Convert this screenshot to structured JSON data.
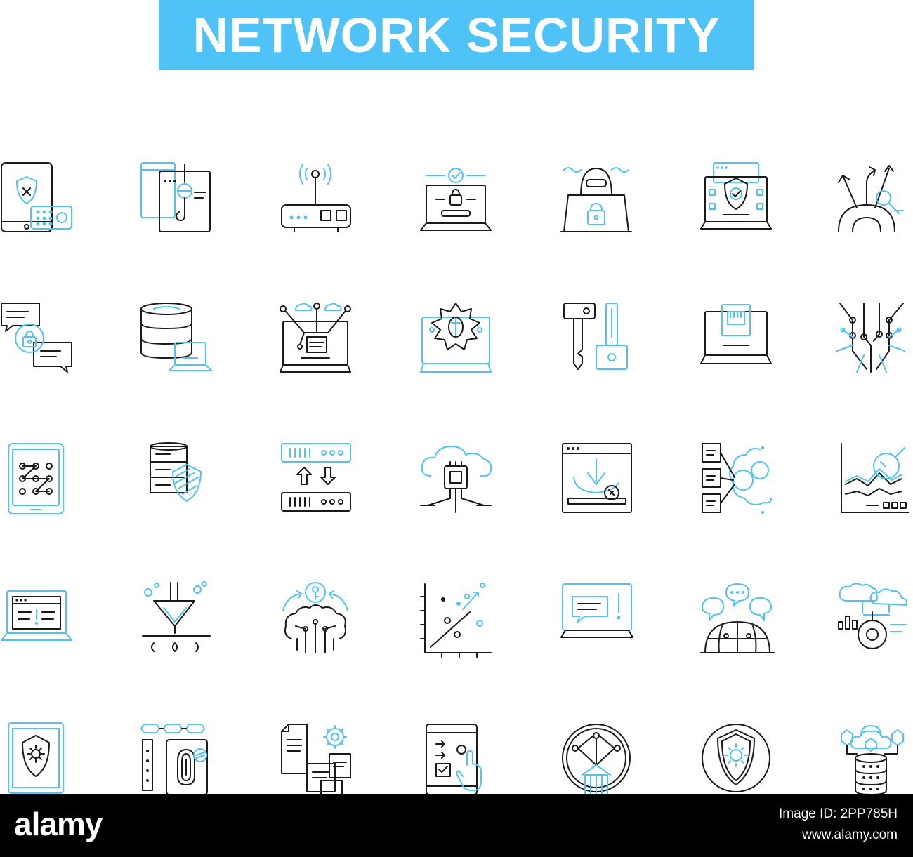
{
  "header": {
    "title": "NETWORK SECURITY"
  },
  "colors": {
    "accent": "#4fc3f7",
    "line": "#1a1a1a",
    "footer_bg": "#000000"
  },
  "icons": [
    [
      "phone-shield-keypad-icon",
      "phishing-hook-icon",
      "wifi-router-icon",
      "laptop-lock-icon",
      "hacker-laptop-icon",
      "laptop-shield-check-icon",
      "branching-arrows-search-icon"
    ],
    [
      "chat-lock-icon",
      "database-laptop-icon",
      "laptop-cloud-network-icon",
      "laptop-bug-icon",
      "keys-icon",
      "laptop-ethernet-port-icon",
      "circuit-lines-icon"
    ],
    [
      "tablet-pattern-lock-icon",
      "server-shield-icon",
      "data-transfer-icon",
      "cloud-chip-icon",
      "browser-download-icon",
      "documents-cloud-icon",
      "chart-magnifier-icon"
    ],
    [
      "laptop-alert-icon",
      "funnel-filter-icon",
      "brain-key-icon",
      "scatter-plot-icon",
      "monitor-message-alert-icon",
      "globe-chat-icon",
      "cloud-search-icon"
    ],
    [
      "tablet-shield-gear-icon",
      "fingerprint-scan-icon",
      "documents-gear-icon",
      "tablet-checklist-icon",
      "network-node-circle-icon",
      "shield-gear-circle-icon",
      "database-cloud-hexagon-icon"
    ]
  ],
  "footer": {
    "logo": "alamy",
    "image_id": "Image ID: 2PP785H",
    "site": "www.alamy.com"
  }
}
